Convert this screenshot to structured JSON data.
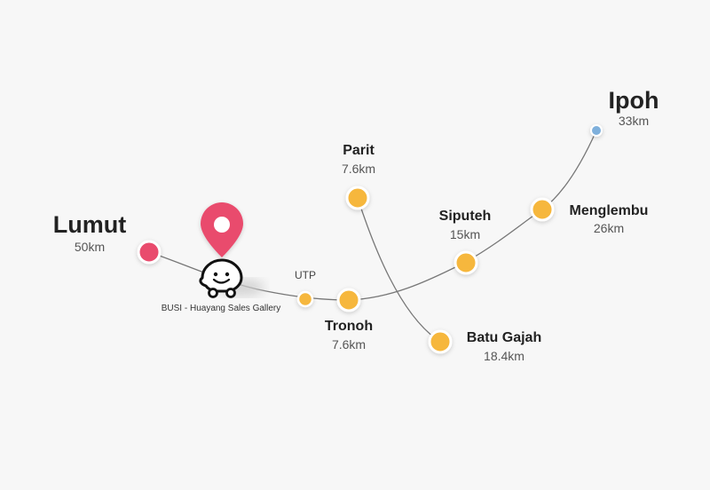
{
  "places": {
    "lumut": {
      "name": "Lumut",
      "distance": "50km",
      "color": "#e94b6d"
    },
    "busi": {
      "name": "BUSI - Huayang Sales Gallery",
      "pin_color": "#e94b6d"
    },
    "utp": {
      "name": "UTP",
      "color": "#f6b73c"
    },
    "tronoh": {
      "name": "Tronoh",
      "distance": "7.6km",
      "color": "#f6b73c"
    },
    "parit": {
      "name": "Parit",
      "distance": "7.6km",
      "color": "#f6b73c"
    },
    "batu_gajah": {
      "name": "Batu Gajah",
      "distance": "18.4km",
      "color": "#f6b73c"
    },
    "siputeh": {
      "name": "Siputeh",
      "distance": "15km",
      "color": "#f6b73c"
    },
    "menglembu": {
      "name": "Menglembu",
      "distance": "26km",
      "color": "#f6b73c"
    },
    "ipoh": {
      "name": "Ipoh",
      "distance": "33km",
      "color": "#7fb0dc"
    }
  },
  "icons": {
    "location-pin": "location-pin-icon",
    "waze": "waze-icon"
  }
}
